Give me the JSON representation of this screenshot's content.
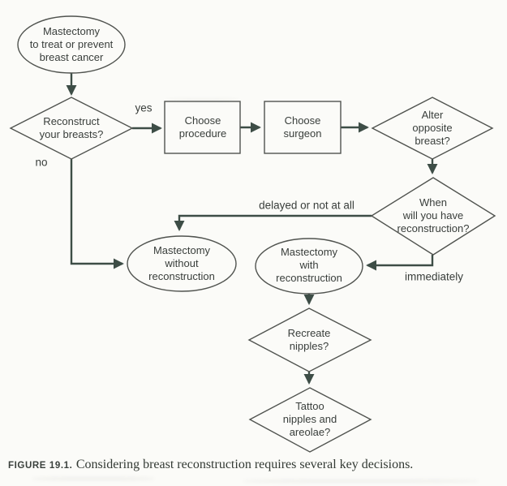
{
  "diagram": {
    "nodes": [
      {
        "id": "start",
        "type": "terminal-ellipse",
        "label": "Mastectomy\nto treat or prevent\nbreast cancer"
      },
      {
        "id": "reconstruct-your-breasts",
        "type": "decision-diamond",
        "label": "Reconstruct\nyour breasts?"
      },
      {
        "id": "choose-procedure",
        "type": "process-rect",
        "label": "Choose\nprocedure"
      },
      {
        "id": "choose-surgeon",
        "type": "process-rect",
        "label": "Choose\nsurgeon"
      },
      {
        "id": "alter-opposite-breast",
        "type": "decision-diamond",
        "label": "Alter\nopposite breast?"
      },
      {
        "id": "when-reconstruction",
        "type": "decision-diamond",
        "label": "When\nwill you have\nreconstruction?"
      },
      {
        "id": "mastectomy-without-reconstruction",
        "type": "outcome-ellipse",
        "label": "Mastectomy\nwithout\nreconstruction"
      },
      {
        "id": "mastectomy-with-reconstruction",
        "type": "outcome-ellipse",
        "label": "Mastectomy\nwith\nreconstruction"
      },
      {
        "id": "recreate-nipples",
        "type": "decision-diamond",
        "label": "Recreate\nnipples?"
      },
      {
        "id": "tattoo-nipples-areolae",
        "type": "decision-diamond",
        "label": "Tattoo\nnipples and\nareolae?"
      }
    ],
    "edge_labels": [
      {
        "id": "yes",
        "label": "yes"
      },
      {
        "id": "no",
        "label": "no"
      },
      {
        "id": "delayed",
        "label": "delayed or not at all"
      },
      {
        "id": "immediately",
        "label": "immediately"
      }
    ],
    "caption": {
      "label": "FIGURE 19.1.",
      "text": "Considering breast reconstruction requires several key decisions."
    }
  },
  "colors": {
    "background": "#fbfbf8",
    "arrow": "#3d4d46",
    "shape_stroke": "#50534f",
    "text": "#393e3b"
  }
}
